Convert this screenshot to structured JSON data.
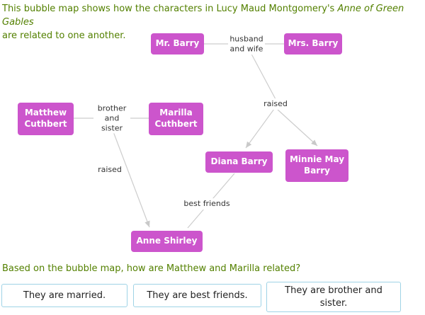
{
  "intro": {
    "before": "This bubble map shows how the characters in Lucy Maud Montgomery's ",
    "book_title": "Anne of Green Gables",
    "after": "are related to one another."
  },
  "diagram": {
    "nodes": {
      "mr_barry": "Mr. Barry",
      "mrs_barry": "Mrs. Barry",
      "matthew": "Matthew Cuthbert",
      "marilla": "Marilla Cuthbert",
      "diana": "Diana Barry",
      "minnie": "Minnie May Barry",
      "anne": "Anne Shirley"
    },
    "edges": {
      "husband_wife": "husband and wife",
      "brother_sister": "brother and sister",
      "raised_barrys": "raised",
      "raised_cuthberts": "raised",
      "best_friends": "best friends"
    }
  },
  "question": "Based on the bubble map, how are Matthew and Marilla related?",
  "choices": [
    "They are married.",
    "They are best friends.",
    "They are brother and sister."
  ],
  "colors": {
    "node_bg": "#cc55cc",
    "line": "#cdcdcd",
    "text_green": "#538000",
    "choice_border": "#9fd3e6"
  }
}
